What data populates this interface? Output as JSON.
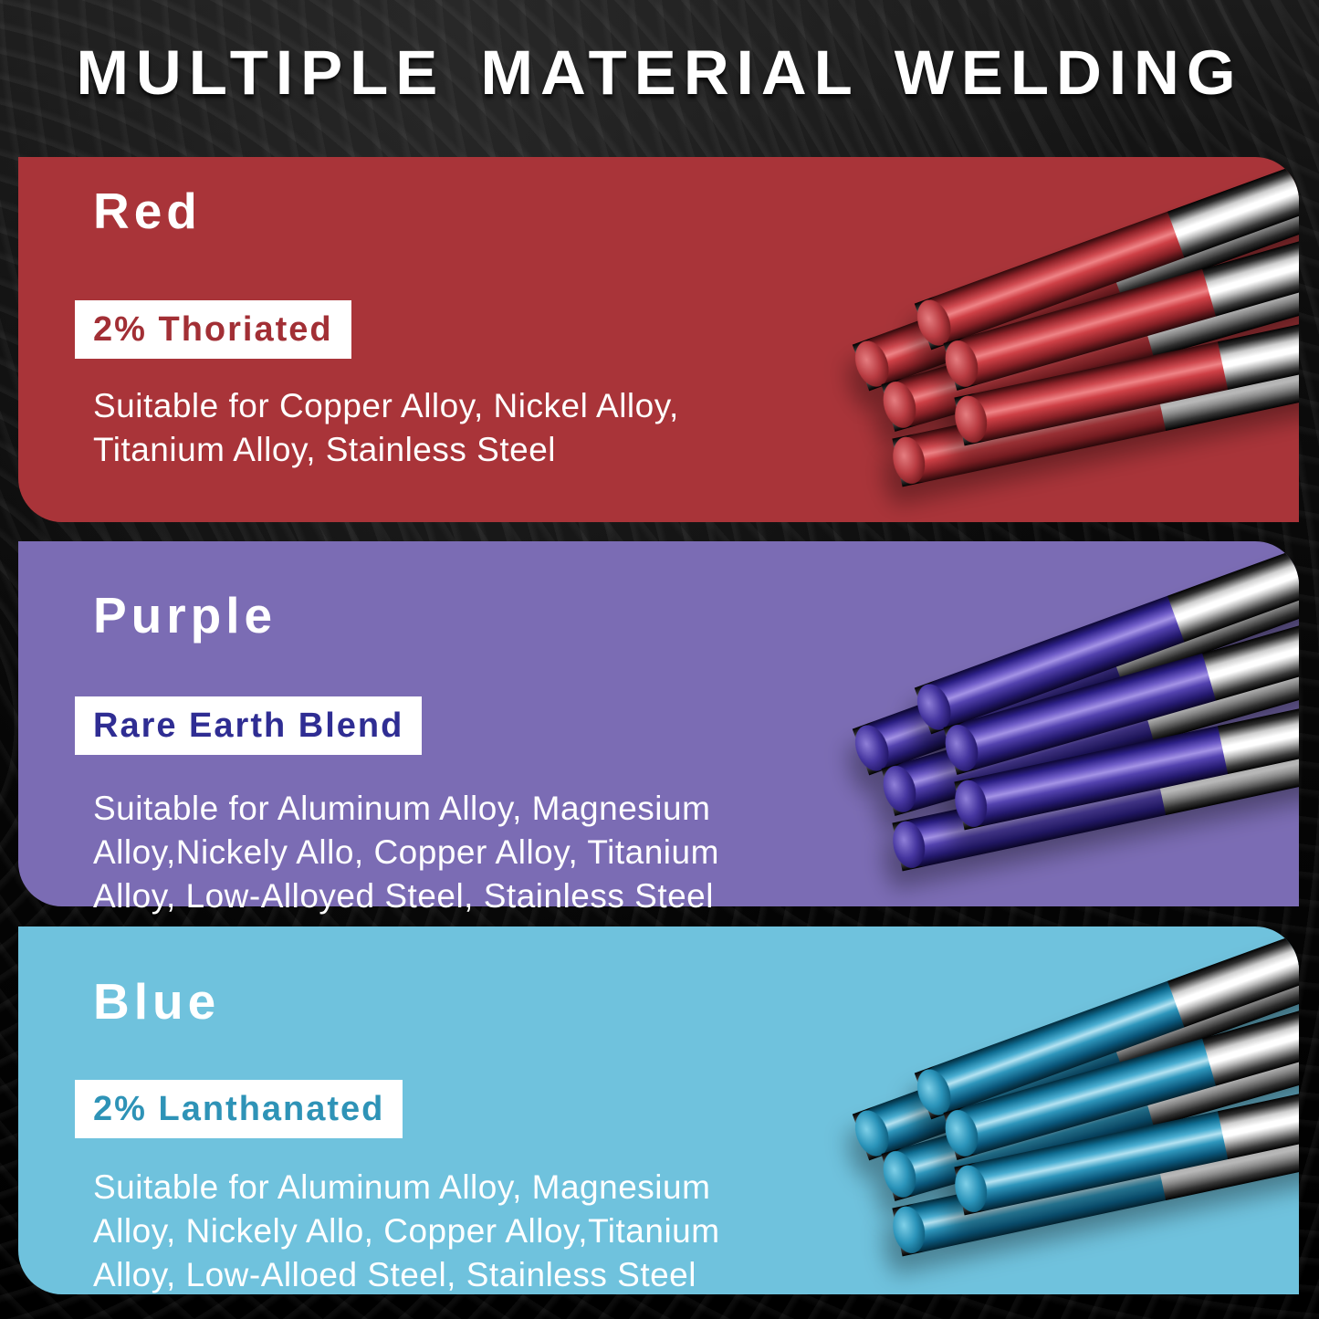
{
  "title": "MULTIPLE MATERIAL WELDING",
  "title_color": "#ffffff",
  "background_color": "#0a0a0a",
  "panels": [
    {
      "id": "red",
      "heading": "Red",
      "badge": "2% Thoriated",
      "description_lines": [
        "Suitable for Copper Alloy, Nickel Alloy,",
        "Titanium Alloy, Stainless Steel"
      ],
      "panel_color": "#a93439",
      "badge_background": "#ffffff",
      "badge_text_color": "#a22f35",
      "rod_tip_color": "#c4434a",
      "rod_body_color": "#f2f2f2"
    },
    {
      "id": "purple",
      "heading": "Purple",
      "badge": "Rare Earth Blend",
      "description_lines": [
        "Suitable for Aluminum Alloy, Magnesium",
        "Alloy,Nickely Allo, Copper Alloy, Titanium",
        "Alloy, Low-Alloyed Steel, Stainless Steel"
      ],
      "panel_color": "#7b6cb4",
      "badge_background": "#ffffff",
      "badge_text_color": "#2f2d93",
      "rod_tip_color": "#5d4cc0",
      "rod_body_color": "#f2f2f2"
    },
    {
      "id": "blue",
      "heading": "Blue",
      "badge": "2% Lanthanated",
      "description_lines": [
        "Suitable for Aluminum Alloy, Magnesium",
        "Alloy, Nickely Allo, Copper Alloy,Titanium",
        "Alloy, Low-Alloed Steel, Stainless Steel"
      ],
      "panel_color": "#6fc2dd",
      "badge_background": "#ffffff",
      "badge_text_color": "#2e93b7",
      "rod_tip_color": "#35a0c6",
      "rod_body_color": "#f2f2f2"
    }
  ]
}
